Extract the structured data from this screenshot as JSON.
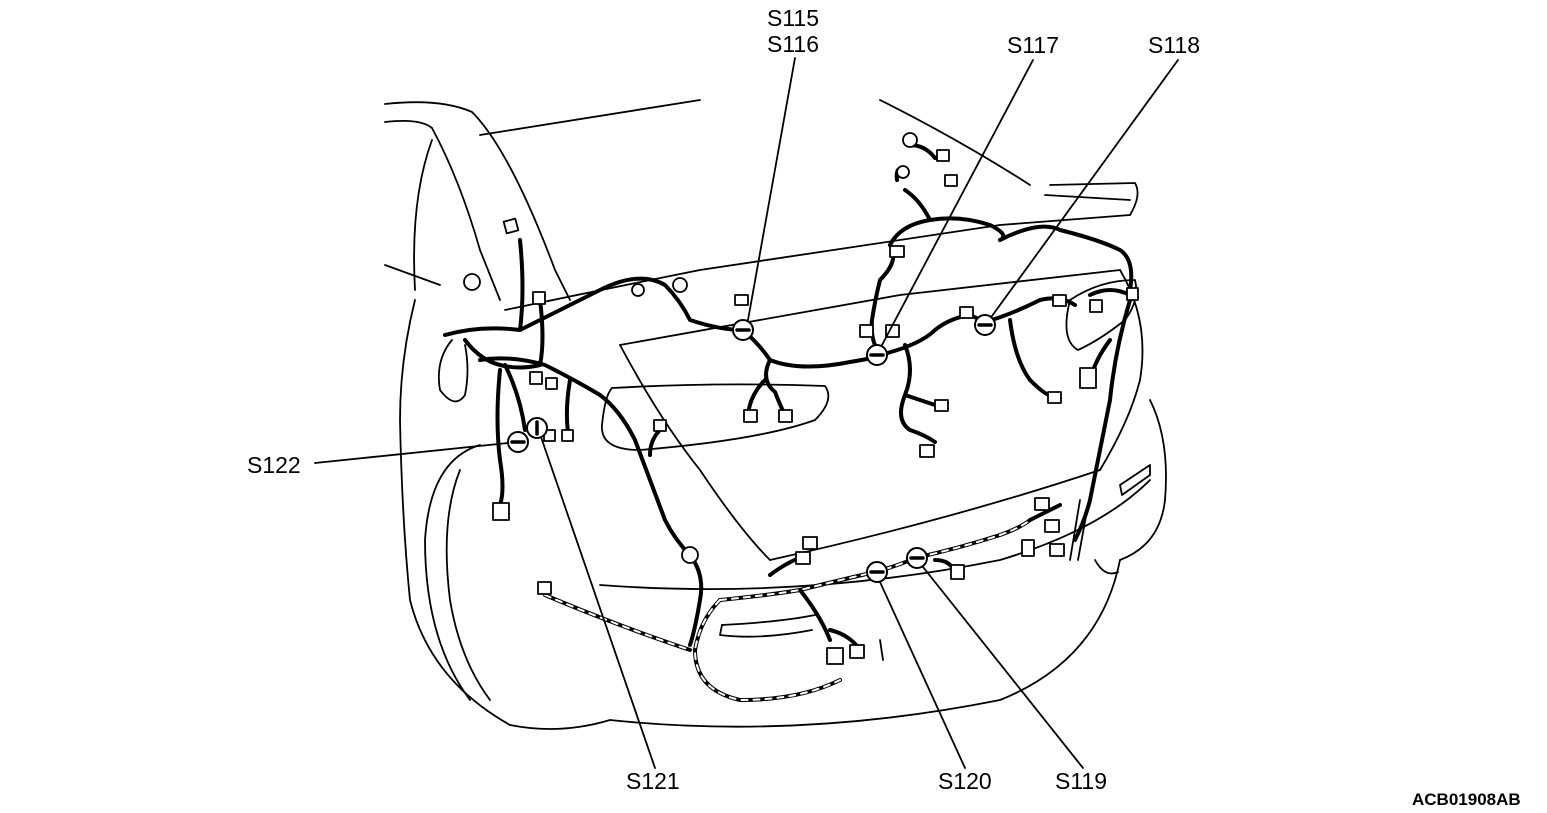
{
  "labels": {
    "s115": "S115",
    "s116": "S116",
    "s117": "S117",
    "s118": "S118",
    "s119": "S119",
    "s120": "S120",
    "s121": "S121",
    "s122": "S122"
  },
  "figure_code": "ACB01908AB"
}
